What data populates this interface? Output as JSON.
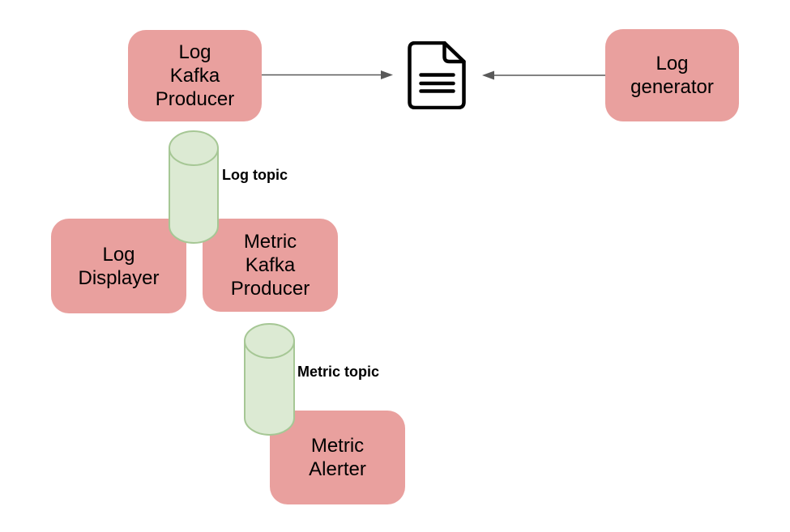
{
  "diagram": {
    "background": "#ffffff",
    "colors": {
      "node_fill": "#e9a09e",
      "topic_fill": "#dcead3",
      "topic_stroke": "#a6c795",
      "arrow": "#595959",
      "text": "#000000"
    },
    "nodes": [
      {
        "id": "log-kafka-producer",
        "label": "Log\nKafka\nProducer"
      },
      {
        "id": "log-generator",
        "label": "Log\ngenerator"
      },
      {
        "id": "log-displayer",
        "label": "Log\nDisplayer"
      },
      {
        "id": "metric-kafka-producer",
        "label": "Metric\nKafka\nProducer"
      },
      {
        "id": "metric-alerter",
        "label": "Metric\nAlerter"
      }
    ],
    "topics": [
      {
        "id": "log-topic",
        "label": "Log topic"
      },
      {
        "id": "metric-topic",
        "label": "Metric topic"
      }
    ],
    "icons": [
      {
        "name": "document-icon"
      }
    ]
  }
}
